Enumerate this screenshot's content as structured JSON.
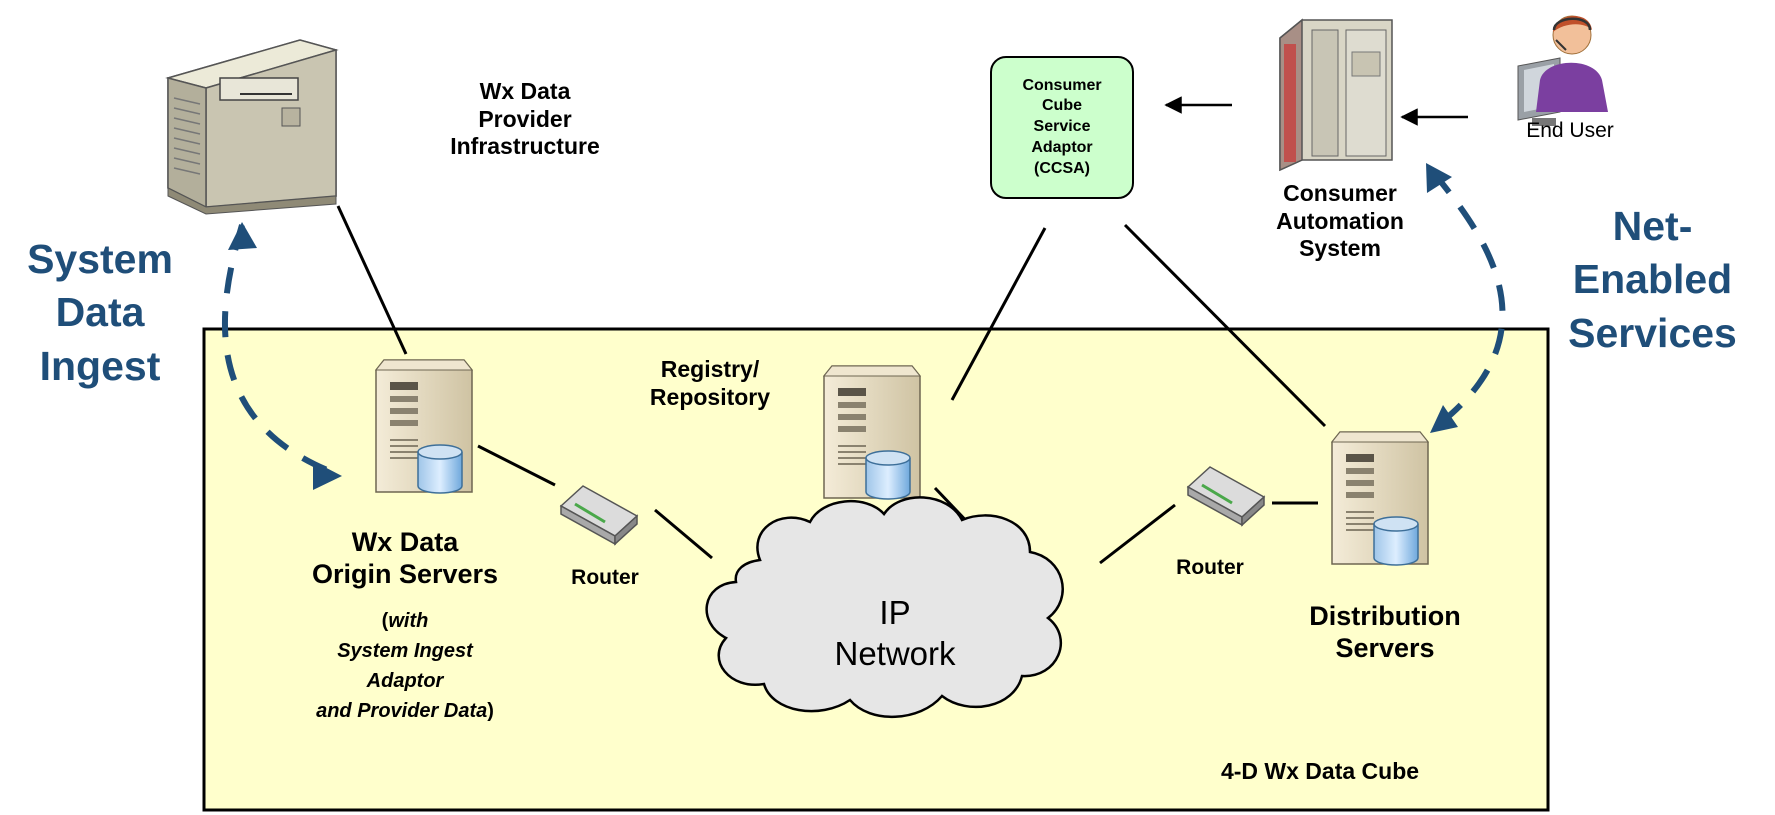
{
  "labels": {
    "wx_provider": [
      "Wx Data",
      "Provider",
      "Infrastructure"
    ],
    "system_ingest": [
      "System",
      "Data",
      "Ingest"
    ],
    "ccsa": [
      "Consumer",
      "Cube",
      "Service",
      "Adaptor",
      "(CCSA)"
    ],
    "end_user": "End User",
    "consumer_system": [
      "Consumer",
      "Automation",
      "System"
    ],
    "net_enabled": [
      "Net-",
      "Enabled",
      "Services"
    ],
    "registry": [
      "Registry/",
      "Repository"
    ],
    "origin_servers": [
      "Wx Data",
      "Origin Servers"
    ],
    "origin_note": {
      "open_paren": "(",
      "line1": "with",
      "line2": "System Ingest",
      "line3": "Adaptor",
      "line4": "and Provider Data",
      "close_paren": ")"
    },
    "router_left": "Router",
    "router_right": "Router",
    "network": [
      "IP",
      "Network"
    ],
    "distribution": [
      "Distribution",
      "Servers"
    ],
    "cube": "4-D Wx Data Cube"
  },
  "colors": {
    "cube_fill": "#ffffcc",
    "ccsa_fill": "#ccffcc",
    "accent_blue": "#1f4e79",
    "cloud_fill": "#e6e6e6"
  },
  "icons": {
    "provider": "mainframe-server-icon",
    "consumer": "tower-server-icon",
    "end_user": "user-headset-icon",
    "servers": "server-database-icon",
    "routers": "router-icon",
    "network": "cloud-icon"
  }
}
